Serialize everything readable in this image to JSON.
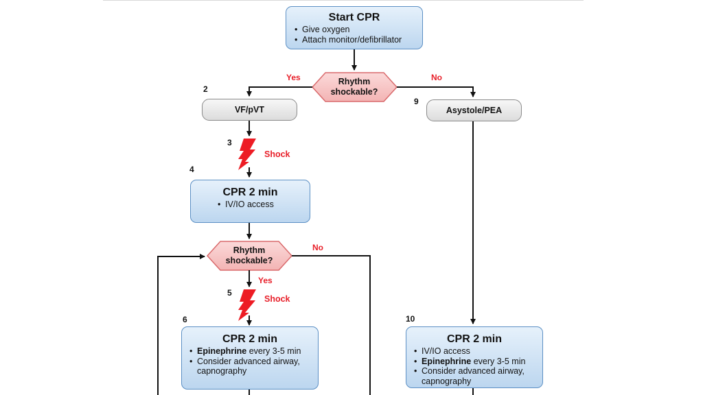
{
  "start": {
    "title": "Start CPR",
    "items": [
      "Give oxygen",
      "Attach monitor/defibrillator"
    ]
  },
  "decision_top": {
    "line1": "Rhythm",
    "line2": "shockable?",
    "yes": "Yes",
    "no": "No"
  },
  "vf": {
    "num": "2",
    "label": "VF/pVT"
  },
  "asystole": {
    "num": "9",
    "label": "Asystole/PEA"
  },
  "shock1": {
    "num": "3",
    "label": "Shock"
  },
  "cpr4": {
    "num": "4",
    "title": "CPR 2 min",
    "items": [
      "IV/IO access"
    ]
  },
  "decision_mid": {
    "line1": "Rhythm",
    "line2": "shockable?",
    "yes": "Yes",
    "no": "No"
  },
  "shock2": {
    "num": "5",
    "label": "Shock"
  },
  "cpr6": {
    "num": "6",
    "title": "CPR 2 min",
    "item1_bold": "Epinephrine",
    "item1_rest": " every 3-5 min",
    "item2": "Consider advanced airway,",
    "item2_cont": "capnography"
  },
  "cpr10": {
    "num": "10",
    "title": "CPR 2 min",
    "item1": "IV/IO access",
    "item2_bold": "Epinephrine",
    "item2_rest": " every 3-5 min",
    "item3": "Consider advanced airway,",
    "item3_cont": "capnography"
  },
  "colors": {
    "box_border": "#5b8fc4",
    "diamond_fill": "#f7c5c5",
    "diamond_border": "#d9696b",
    "accent_red": "#e8202a"
  }
}
